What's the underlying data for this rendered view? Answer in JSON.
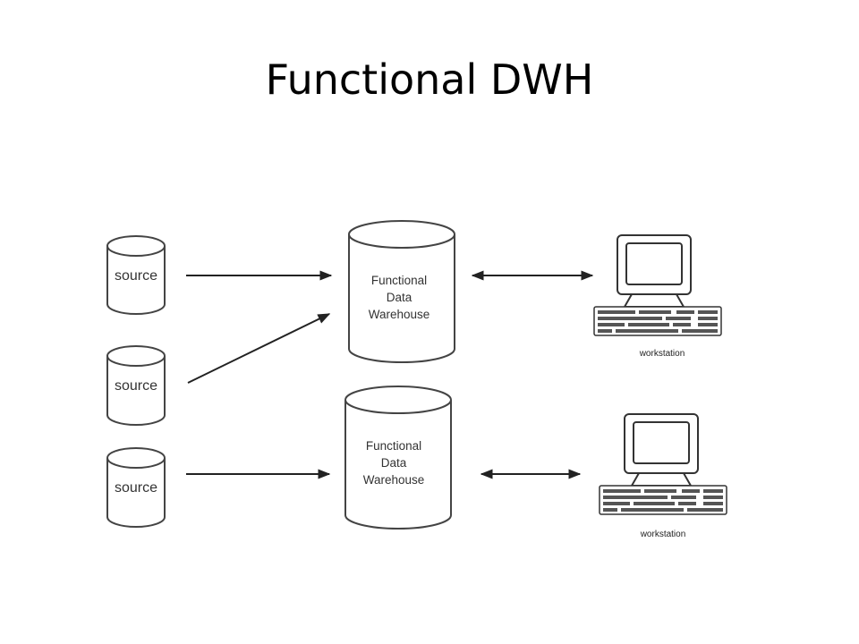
{
  "title": "Functional DWH",
  "sources": [
    {
      "label": "source"
    },
    {
      "label": "source"
    },
    {
      "label": "source"
    }
  ],
  "warehouses": [
    {
      "line1": "Functional",
      "line2": "Data",
      "line3": "Warehouse"
    },
    {
      "line1": "Functional",
      "line2": "Data",
      "line3": "Warehouse"
    }
  ],
  "workstations": [
    {
      "label": "workstation"
    },
    {
      "label": "workstation"
    }
  ]
}
